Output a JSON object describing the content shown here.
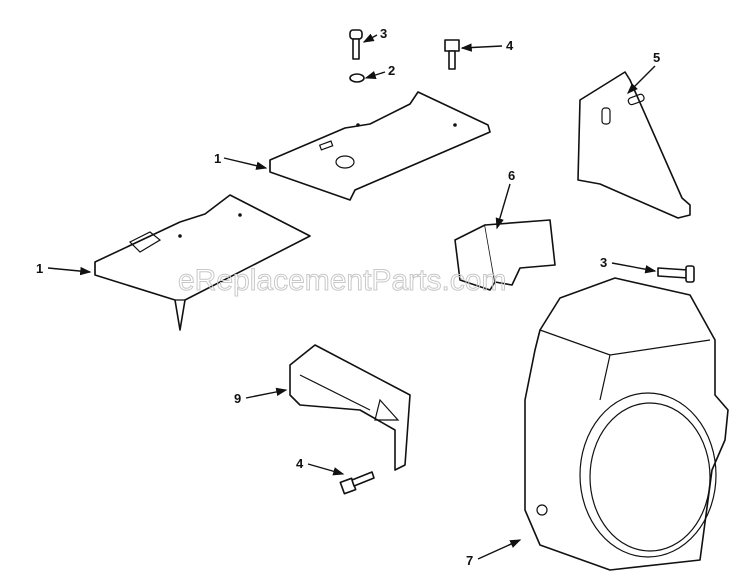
{
  "watermark": "eReplacementParts.com",
  "callouts": [
    {
      "label": "3",
      "part": "screw"
    },
    {
      "label": "2",
      "part": "washer"
    },
    {
      "label": "4",
      "part": "bolt"
    },
    {
      "label": "5",
      "part": "side-shield"
    },
    {
      "label": "1",
      "part": "top-shield-upper"
    },
    {
      "label": "6",
      "part": "bracket"
    },
    {
      "label": "1",
      "part": "top-shield-lower"
    },
    {
      "label": "3",
      "part": "screw"
    },
    {
      "label": "9",
      "part": "air-guide"
    },
    {
      "label": "4",
      "part": "bolt"
    },
    {
      "label": "7",
      "part": "blower-housing"
    }
  ]
}
